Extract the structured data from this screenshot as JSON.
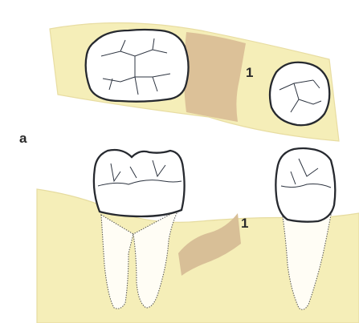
{
  "figure": {
    "panel_label": "a",
    "top_view": {
      "gap_label": "1"
    },
    "side_view": {
      "gap_label": "1"
    },
    "colors": {
      "background": "#ffffff",
      "gingiva": "#f5eeb8",
      "gingiva_edge": "#e6dca0",
      "extraction_site": "#dcc198",
      "extraction_site_side": "#d8bf97",
      "tooth_fill": "#ffffff",
      "outline": "#26292f"
    }
  }
}
